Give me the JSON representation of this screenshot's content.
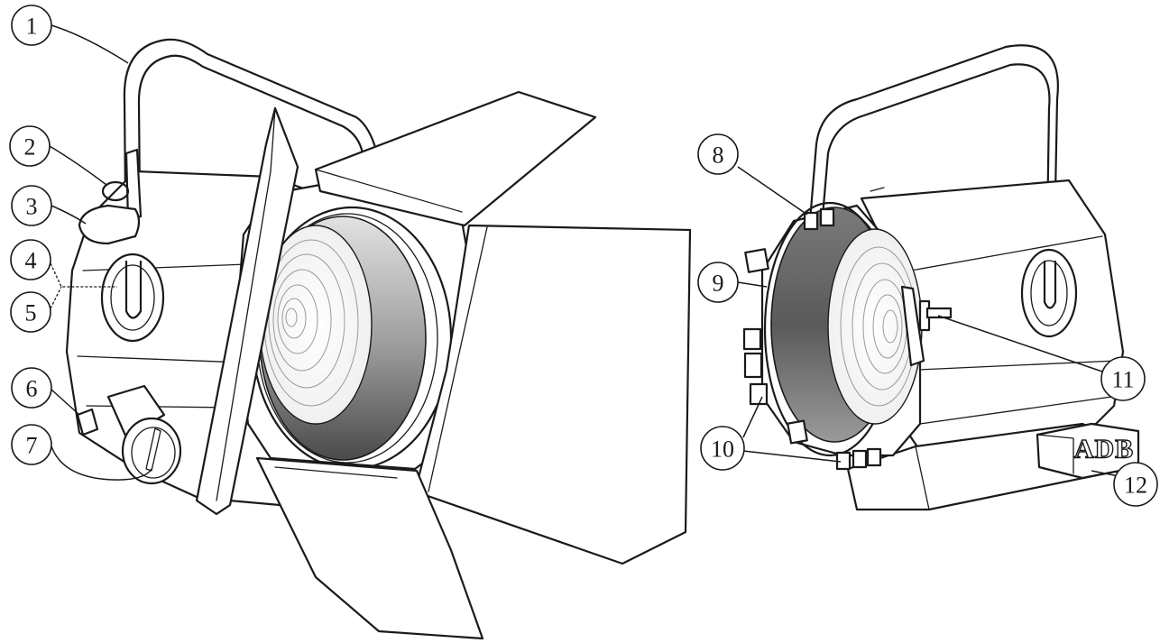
{
  "diagram": {
    "callouts": [
      {
        "id": "c1",
        "label": "1"
      },
      {
        "id": "c2",
        "label": "2"
      },
      {
        "id": "c3",
        "label": "3"
      },
      {
        "id": "c4",
        "label": "4"
      },
      {
        "id": "c5",
        "label": "5"
      },
      {
        "id": "c6",
        "label": "6"
      },
      {
        "id": "c7",
        "label": "7"
      },
      {
        "id": "c8",
        "label": "8"
      },
      {
        "id": "c9",
        "label": "9"
      },
      {
        "id": "c10",
        "label": "10"
      },
      {
        "id": "c11",
        "label": "11"
      },
      {
        "id": "c12",
        "label": "12"
      }
    ],
    "logo_text": "ADB"
  },
  "colors": {
    "line": "#1a1a1a",
    "reflector_dark": "#5a5a5a",
    "reflector_light": "#d8d8d8",
    "background": "#ffffff"
  }
}
